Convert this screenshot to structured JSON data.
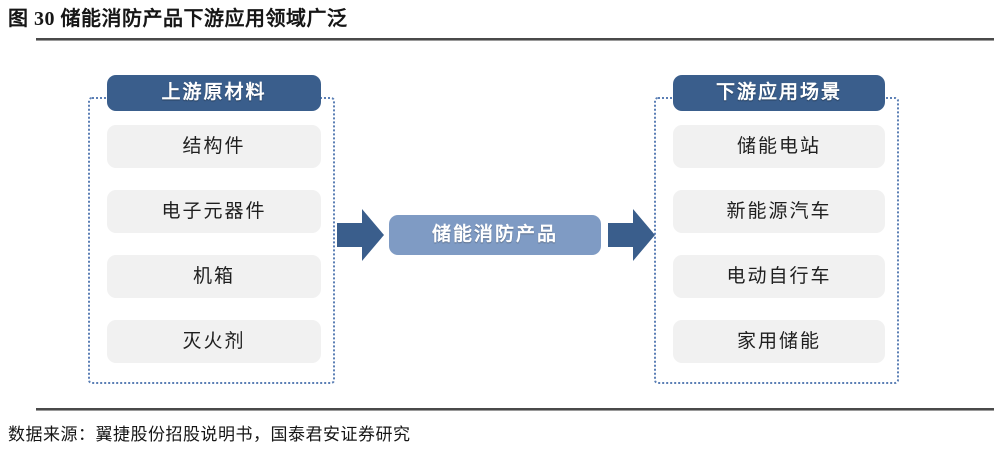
{
  "figure": {
    "title": "图 30 储能消防产品下游应用领域广泛",
    "source_note": "数据来源：翼捷股份招股说明书，国泰君安证券研究"
  },
  "colors": {
    "header_blue": "#3a5e8c",
    "center_blue": "#7f9bc4",
    "arrow_blue": "#3a5e8c",
    "chip_gray": "#f1f1f1",
    "dotted_border": "#5b7fb5"
  },
  "diagram": {
    "type": "value-chain-flow",
    "upstream": {
      "header": "上游原材料",
      "items": [
        {
          "label": "结构件"
        },
        {
          "label": "电子元器件"
        },
        {
          "label": "机箱"
        },
        {
          "label": "灭火剂"
        }
      ]
    },
    "center": {
      "label": "储能消防产品"
    },
    "downstream": {
      "header": "下游应用场景",
      "items": [
        {
          "label": "储能电站"
        },
        {
          "label": "新能源汽车"
        },
        {
          "label": "电动自行车"
        },
        {
          "label": "家用储能"
        }
      ]
    },
    "arrows": [
      {
        "name": "upstream-to-center",
        "direction": "right"
      },
      {
        "name": "center-to-downstream",
        "direction": "right"
      }
    ]
  }
}
